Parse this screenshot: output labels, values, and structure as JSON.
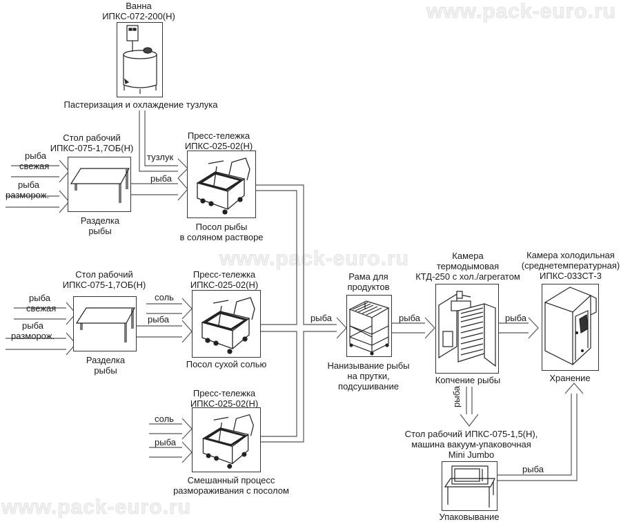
{
  "watermark": "www.pack-euro.ru",
  "units": {
    "bath": {
      "title": [
        "Ванна",
        "ИПКС-072-200(Н)"
      ],
      "caption": [
        "Пастеризация и охлаждение  тузлука"
      ],
      "icon": "pasteurization-tank-icon"
    },
    "table1": {
      "title": [
        "Стол рабочий",
        "ИПКС-075-1,7ОБ(Н)"
      ],
      "caption": [
        "Разделка",
        "рыбы"
      ],
      "icon": "work-table-icon"
    },
    "press1": {
      "title": [
        "Пресс-тележка",
        "ИПКС-025-02(Н)"
      ],
      "caption": [
        "Посол рыбы",
        "в соляном растворе"
      ],
      "icon": "press-cart-icon"
    },
    "table2": {
      "title": [
        "Стол рабочий",
        "ИПКС-075-1,7ОБ(Н)"
      ],
      "caption": [
        "Разделка",
        "рыбы"
      ],
      "icon": "work-table-icon"
    },
    "press2": {
      "title": [
        "Пресс-тележка",
        "ИПКС-025-02(Н)"
      ],
      "caption": [
        "Посол сухой солью"
      ],
      "icon": "press-cart-icon"
    },
    "press3": {
      "title": [
        "Пресс-тележка",
        "ИПКС-025-02(Н)"
      ],
      "caption": [
        "Смешанный процесс",
        "размораживания с посолом"
      ],
      "icon": "press-cart-icon"
    },
    "rack": {
      "title": [
        "Рама для",
        "продуктов"
      ],
      "caption": [
        "Нанизывание рыбы",
        "на прутки,",
        "подсушивание"
      ],
      "icon": "product-rack-icon"
    },
    "smoker": {
      "title": [
        "Камера",
        "термодымовая",
        "КТД-250 с хол./агрегатом"
      ],
      "caption": [
        "Копчение рыбы"
      ],
      "icon": "smoke-chamber-icon"
    },
    "fridge": {
      "title": [
        "Камера холодильная",
        "(среднетемпературная)",
        "ИПКС-033СТ-3"
      ],
      "caption": [
        "Хранение"
      ],
      "icon": "cold-room-icon"
    },
    "packer": {
      "title": [
        "Стол рабочий ИПКС-075-1,5(Н),",
        "машина вакуум-упаковочная",
        "Mini Jumbo"
      ],
      "caption": [
        "Упаковывание"
      ],
      "icon": "vacuum-packer-icon"
    }
  },
  "flows": {
    "fresh_fish_1": [
      "рыба",
      "свежая"
    ],
    "thawed_fish_1": [
      "рыба",
      "разморож."
    ],
    "brine": "тузлук",
    "fish_to_press1": "рыба",
    "fresh_fish_2": [
      "рыба",
      "свежая"
    ],
    "thawed_fish_2": [
      "рыба",
      "разморож."
    ],
    "salt_to_press2": "соль",
    "fish_to_press2": "рыба",
    "salt_to_press3": "соль",
    "fish_to_press3": "рыба",
    "fish_to_rack": "рыба",
    "fish_to_smoker": "рыба",
    "fish_to_fridge": "рыба",
    "fish_to_packer": "рыба",
    "fish_packer_to_fridge": "рыба"
  }
}
